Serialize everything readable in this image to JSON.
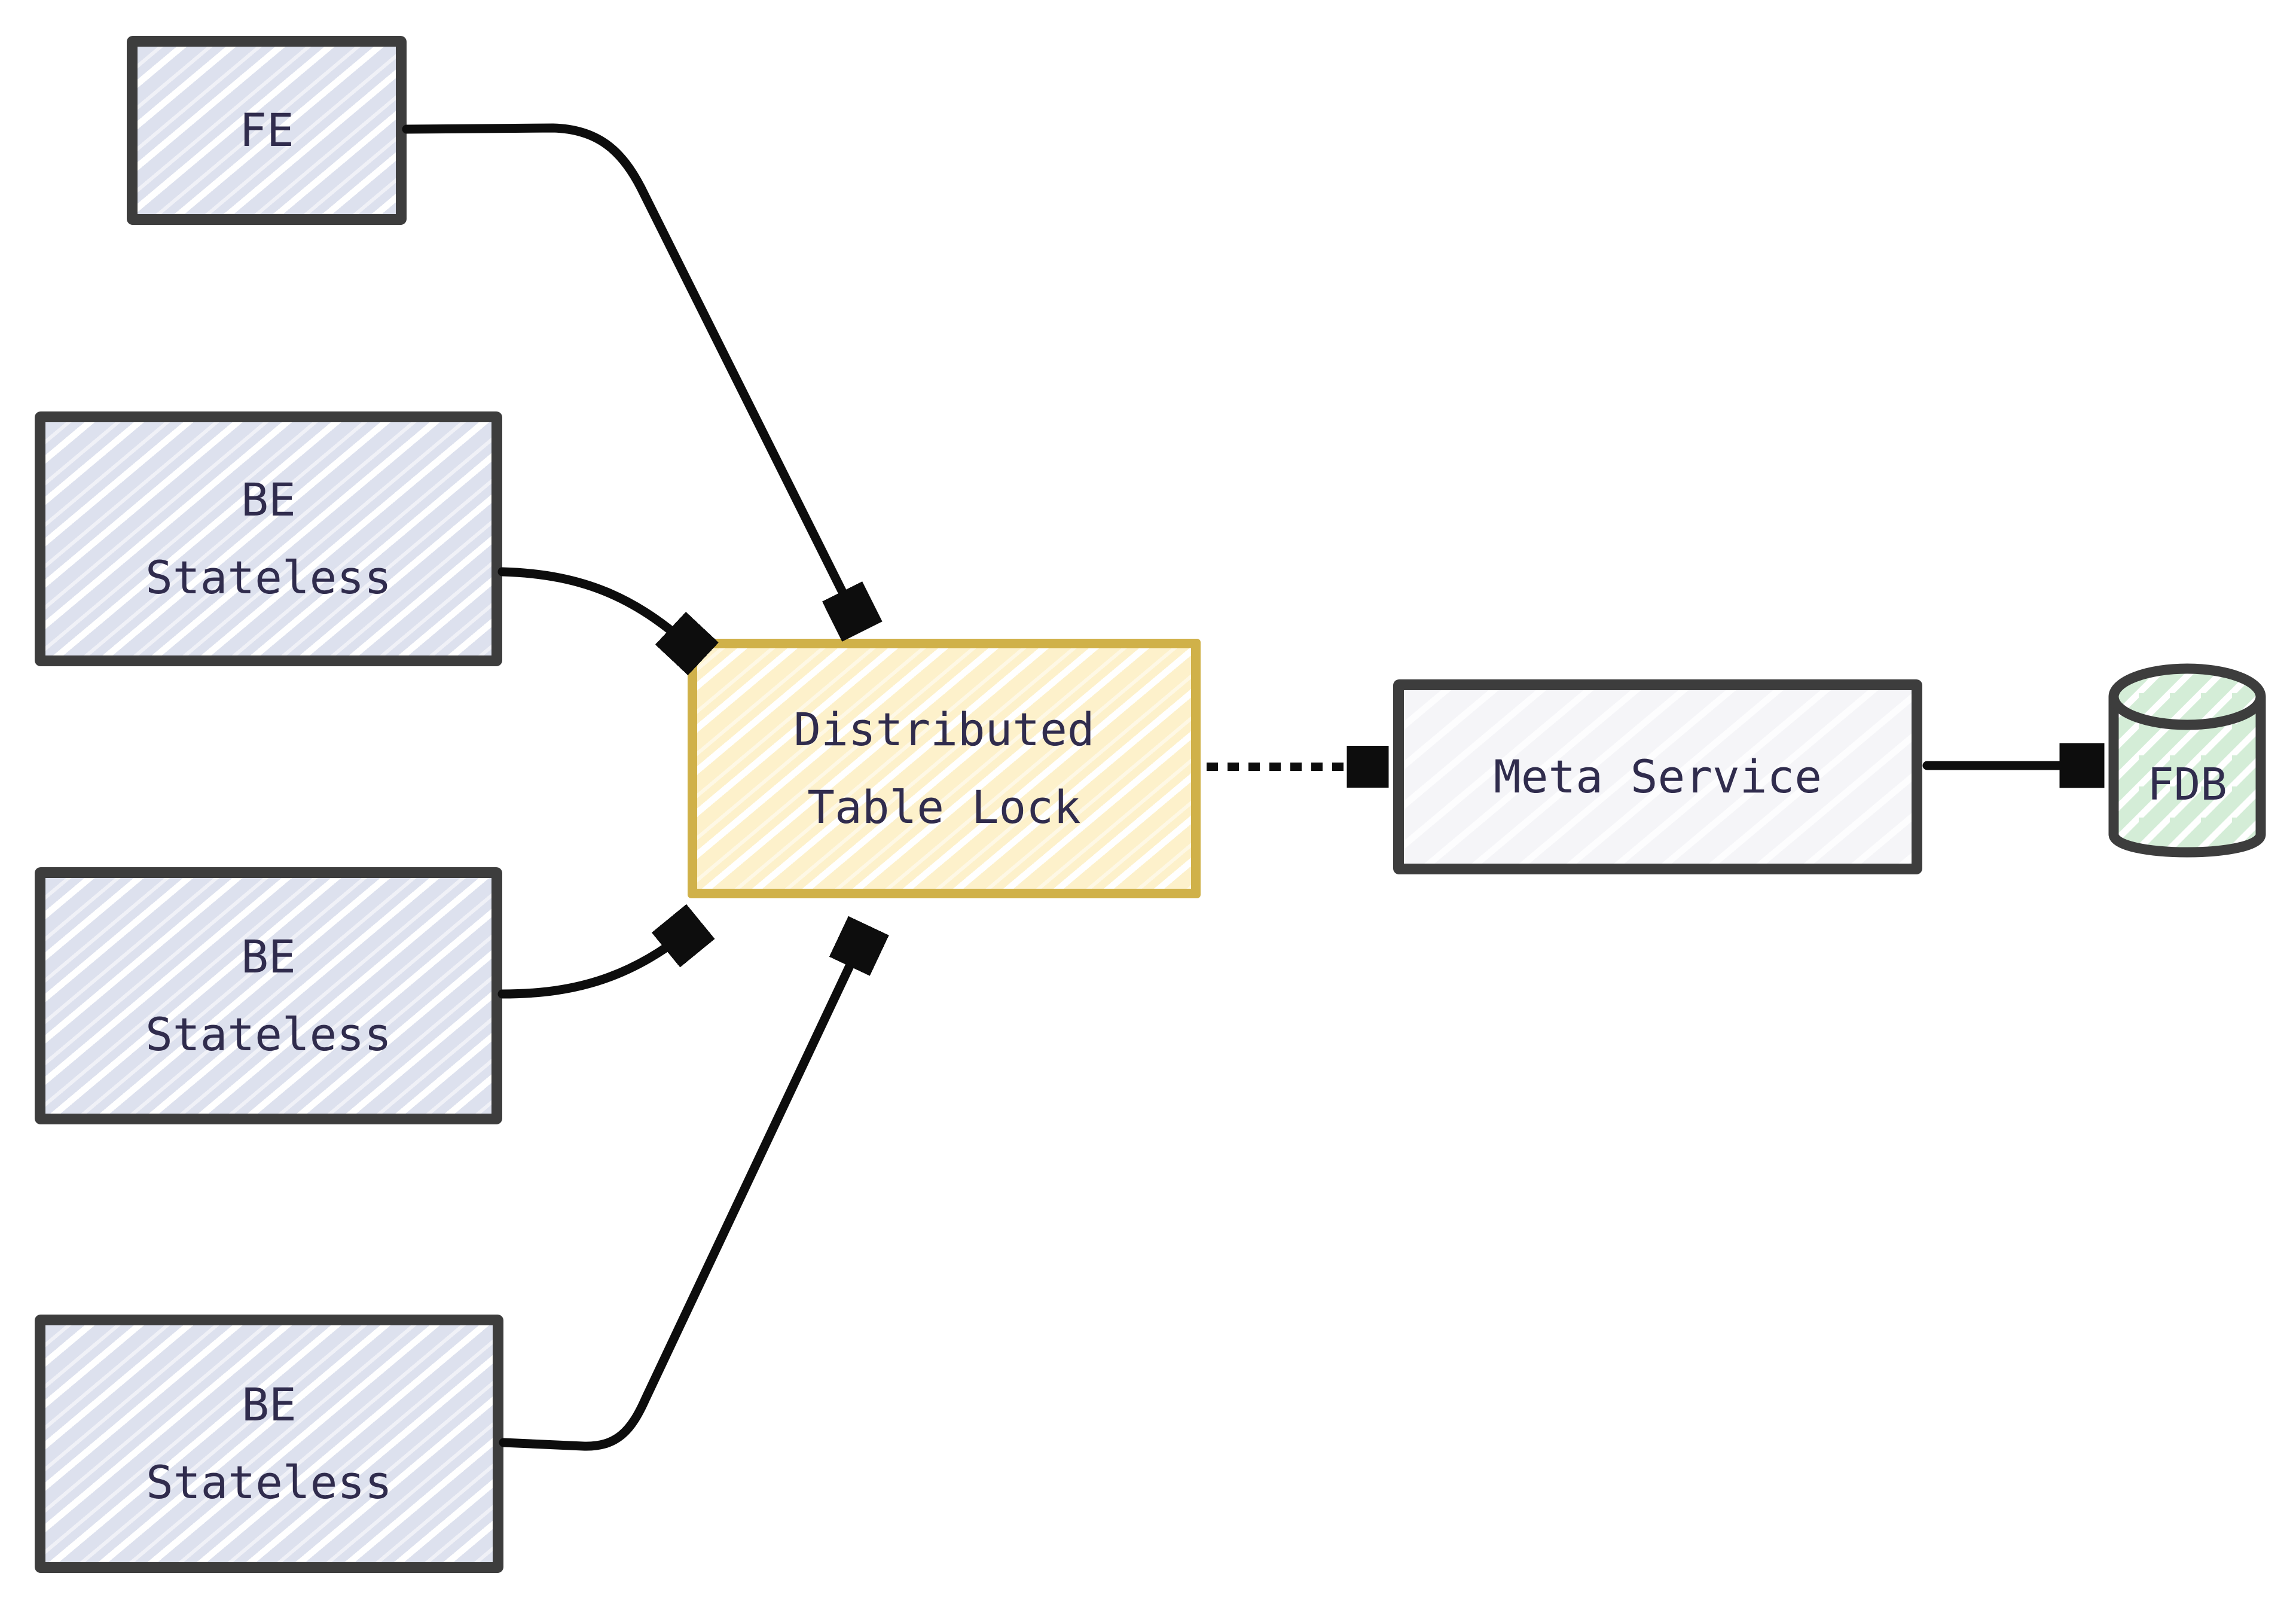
{
  "diagram": {
    "background": "#ffffff",
    "colors": {
      "dark_border": "#3d3d3d",
      "lock_border": "#d0b149",
      "lock_fill": "#fdf1cb",
      "stateless_fill": "#dde1ee",
      "meta_fill": "#f5f5f8",
      "fdb_fill": "#d4edd7",
      "text": "#302c4d",
      "arrow": "#0d0d0d"
    },
    "nodes": {
      "fe": {
        "label": "FE"
      },
      "be1": {
        "lines": [
          "BE",
          "Stateless"
        ]
      },
      "be2": {
        "lines": [
          "BE",
          "Stateless"
        ]
      },
      "be3": {
        "lines": [
          "BE",
          "Stateless"
        ]
      },
      "lock": {
        "lines": [
          "Distributed",
          "Table Lock"
        ]
      },
      "meta": {
        "label": "Meta Service"
      },
      "fdb": {
        "label": "FDB"
      }
    },
    "edges": [
      {
        "from": "FE",
        "to": "Distributed Table Lock",
        "style": "solid-arrow"
      },
      {
        "from": "BE Stateless (top)",
        "to": "Distributed Table Lock",
        "style": "solid-arrow"
      },
      {
        "from": "BE Stateless (middle)",
        "to": "Distributed Table Lock",
        "style": "solid-arrow"
      },
      {
        "from": "BE Stateless (bottom)",
        "to": "Distributed Table Lock",
        "style": "solid-arrow"
      },
      {
        "from": "Distributed Table Lock",
        "to": "Meta Service",
        "style": "dotted-arrow"
      },
      {
        "from": "Meta Service",
        "to": "FDB",
        "style": "solid-arrow"
      }
    ]
  }
}
